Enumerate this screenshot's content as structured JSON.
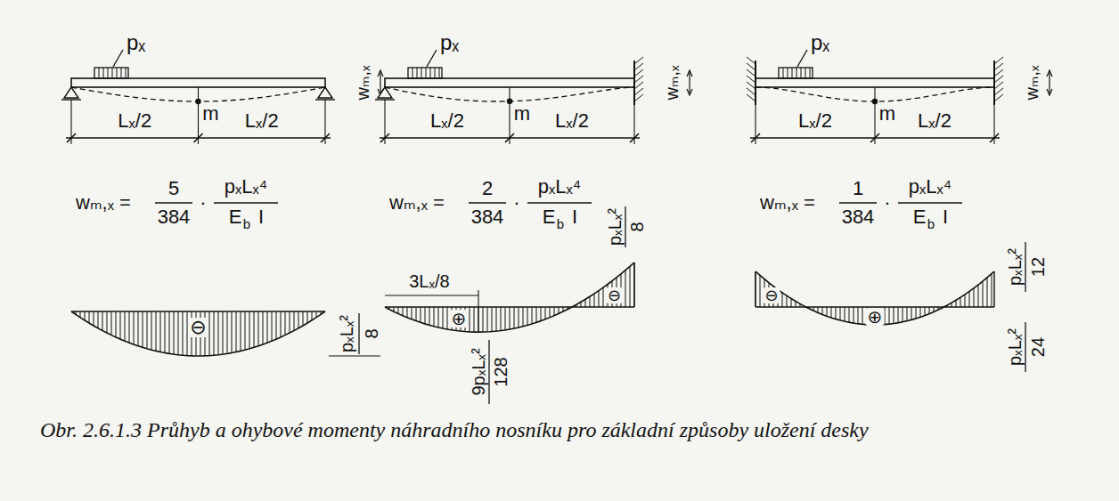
{
  "diagram": {
    "caption": "Obr. 2.6.1.3 Průhyb a ohybové momenty náhradního nosníku pro základní způsoby uložení desky",
    "labels": [
      "pₓ",
      "m",
      "Lₓ/2",
      "Lₓ/2",
      "wₘ,ₓ",
      "wₘ,ₓ =",
      "5",
      "384",
      "·",
      "pₓLₓ⁴",
      "E",
      "b",
      "I",
      "⊖",
      "pₓLₓ²",
      "8",
      "pₓ",
      "m",
      "Lₓ/2",
      "Lₓ/2",
      "wₘ,ₓ",
      "wₘ,ₓ =",
      "2",
      "384",
      "·",
      "pₓLₓ⁴",
      "E",
      "b",
      "I",
      "3Lₓ/8",
      "⊖",
      "⊕",
      "9pₓLₓ²",
      "128",
      "pₓLₓ²",
      "8",
      "pₓ",
      "m",
      "Lₓ/2",
      "Lₓ/2",
      "wₘ,ₓ",
      "wₘ,ₓ =",
      "1",
      "384",
      "·",
      "pₓLₓ⁴",
      "E",
      "b",
      "I",
      "⊖",
      "⊕",
      "pₓLₓ²",
      "12",
      "pₓLₓ²",
      "24"
    ]
  }
}
